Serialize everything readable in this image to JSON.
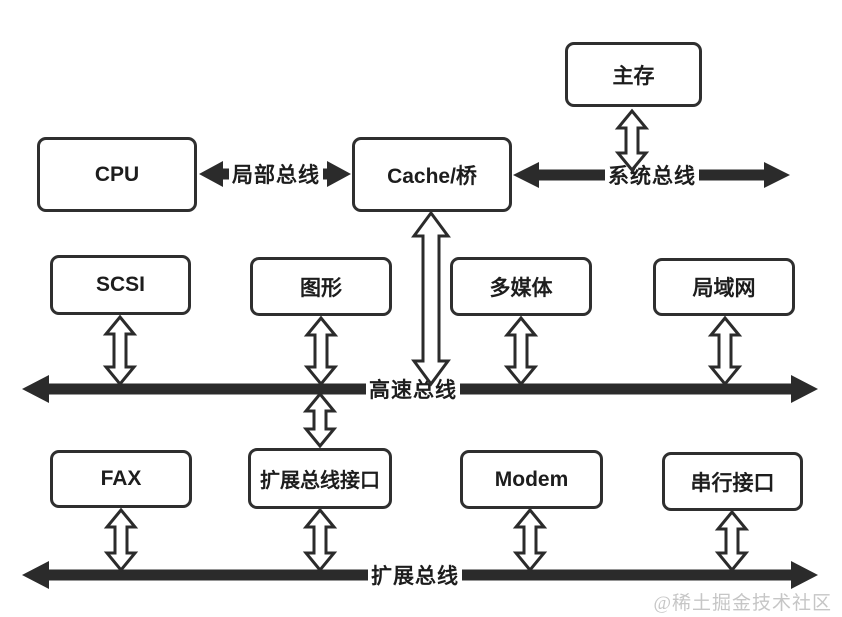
{
  "diagram": {
    "nodes": [
      {
        "id": "main-memory",
        "label": "主存"
      },
      {
        "id": "cpu",
        "label": "CPU"
      },
      {
        "id": "cache-bridge",
        "label": "Cache/桥"
      },
      {
        "id": "scsi",
        "label": "SCSI"
      },
      {
        "id": "graphics",
        "label": "图形"
      },
      {
        "id": "multimedia",
        "label": "多媒体"
      },
      {
        "id": "lan",
        "label": "局域网"
      },
      {
        "id": "fax",
        "label": "FAX"
      },
      {
        "id": "expansion-bus-interface",
        "label": "扩展总线接口"
      },
      {
        "id": "modem",
        "label": "Modem"
      },
      {
        "id": "serial-interface",
        "label": "串行接口"
      }
    ],
    "buses": [
      {
        "id": "local-bus",
        "label": "局部总线"
      },
      {
        "id": "system-bus",
        "label": "系统总线"
      },
      {
        "id": "high-speed-bus",
        "label": "高速总线"
      },
      {
        "id": "expansion-bus",
        "label": "扩展总线"
      }
    ],
    "watermark": "@稀土掘金技术社区",
    "colors": {
      "line": "#2b2b2b",
      "box_border": "#2f2f2f",
      "box_fill": "#ffffff",
      "text": "#1d1d1d",
      "watermark": "#c6c6c6",
      "background": "#ffffff"
    }
  }
}
